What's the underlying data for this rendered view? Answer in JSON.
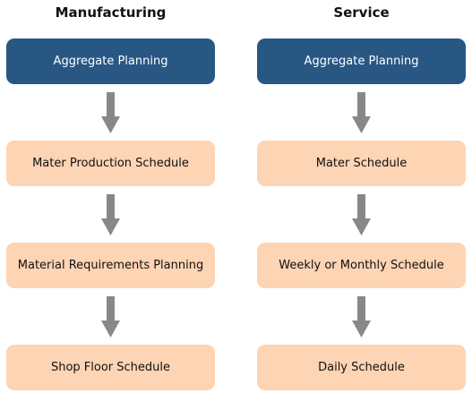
{
  "columns": {
    "manufacturing": {
      "heading": "Manufacturing",
      "steps": [
        "Aggregate Planning",
        "Mater Production Schedule",
        "Material Requirements Planning",
        "Shop Floor Schedule"
      ]
    },
    "service": {
      "heading": "Service",
      "steps": [
        "Aggregate Planning",
        "Mater Schedule",
        "Weekly or Monthly Schedule",
        "Daily Schedule"
      ]
    }
  },
  "colors": {
    "top_box": "#285784",
    "step_box": "#fdd4b4",
    "arrow": "#888888"
  },
  "icons": {
    "connector": "arrow-down-icon"
  }
}
